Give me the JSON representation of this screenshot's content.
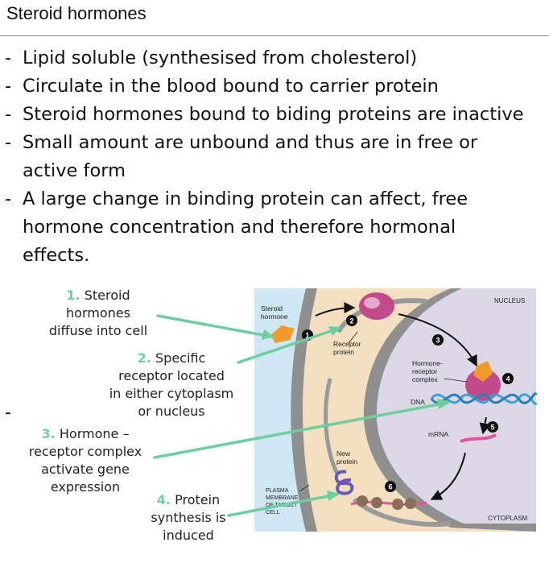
{
  "title": "Steroid hormones",
  "bullets": [
    {
      "dash": "-",
      "lines": [
        "Lipid soluble (synthesised from cholesterol)"
      ]
    },
    {
      "dash": "-",
      "lines": [
        "Circulate in the blood bound to carrier protein"
      ]
    },
    {
      "dash": "-",
      "lines": [
        "Steroid hormones bound to biding proteins are inactive"
      ]
    },
    {
      "dash": "-",
      "lines": [
        "Small amount are unbound and thus are in free or",
        "active form"
      ]
    },
    {
      "dash": "-",
      "lines": [
        "A large change in binding protein can affect, free",
        "hormone concentration and therefore hormonal",
        "effects."
      ]
    }
  ],
  "stray_dash": "-",
  "steps": [
    {
      "num": "1.",
      "lines": [
        "Steroid",
        "hormones",
        "diffuse into cell"
      ]
    },
    {
      "num": "2.",
      "lines": [
        "Specific",
        "receptor located",
        "in either cytoplasm",
        "or nucleus"
      ]
    },
    {
      "num": "3.",
      "lines": [
        "Hormone –",
        "receptor complex",
        "activate gene",
        "expression"
      ]
    },
    {
      "num": "4.",
      "lines": [
        "Protein",
        "synthesis is",
        "induced"
      ]
    }
  ],
  "diagram": {
    "nucleus": "NUCLEUS",
    "steroid_hormone": [
      "Steroid",
      "hormone"
    ],
    "receptor_protein": [
      "Receptor",
      "protein"
    ],
    "hormone_receptor_complex": [
      "Hormone-",
      "receptor",
      "complex"
    ],
    "dna": "DNA",
    "mrna": "mRNA",
    "new_protein": [
      "New",
      "protein"
    ],
    "plasma_membrane": [
      "PLASMA",
      "MEMBRANE",
      "OF TARGET",
      "CELL"
    ],
    "cytoplasm": "CYTOPLASM",
    "step_markers": [
      "1",
      "2",
      "3",
      "4",
      "5",
      "6"
    ]
  },
  "colors": {
    "accent_green": "#6ccf9e",
    "nucleus_fill": "#dcd8e8",
    "cytoplasm_fill": "#f4e0c0",
    "extracellular_fill": "#cfe6f3"
  }
}
